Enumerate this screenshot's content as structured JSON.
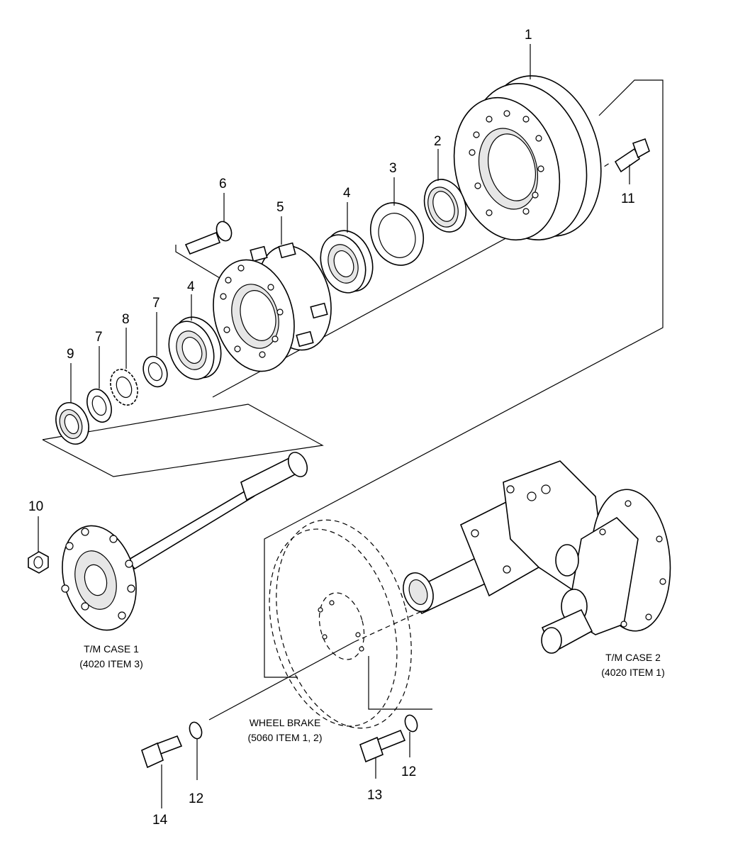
{
  "diagram": {
    "callouts": [
      {
        "id": "c1",
        "label": "1"
      },
      {
        "id": "c2",
        "label": "2"
      },
      {
        "id": "c3",
        "label": "3"
      },
      {
        "id": "c4a",
        "label": "4"
      },
      {
        "id": "c4b",
        "label": "4"
      },
      {
        "id": "c5",
        "label": "5"
      },
      {
        "id": "c6",
        "label": "6"
      },
      {
        "id": "c7a",
        "label": "7"
      },
      {
        "id": "c7b",
        "label": "7"
      },
      {
        "id": "c8",
        "label": "8"
      },
      {
        "id": "c9",
        "label": "9"
      },
      {
        "id": "c10",
        "label": "10"
      },
      {
        "id": "c11",
        "label": "11"
      },
      {
        "id": "c12a",
        "label": "12"
      },
      {
        "id": "c12b",
        "label": "12"
      },
      {
        "id": "c13",
        "label": "13"
      },
      {
        "id": "c14",
        "label": "14"
      }
    ],
    "captions": {
      "tm_case_1_line1": "T/M CASE 1",
      "tm_case_1_line2": "(4020 ITEM 3)",
      "tm_case_2_line1": "T/M CASE 2",
      "tm_case_2_line2": "(4020 ITEM 1)",
      "wheel_brake_line1": "WHEEL BRAKE",
      "wheel_brake_line2": "(5060 ITEM 1, 2)"
    }
  }
}
